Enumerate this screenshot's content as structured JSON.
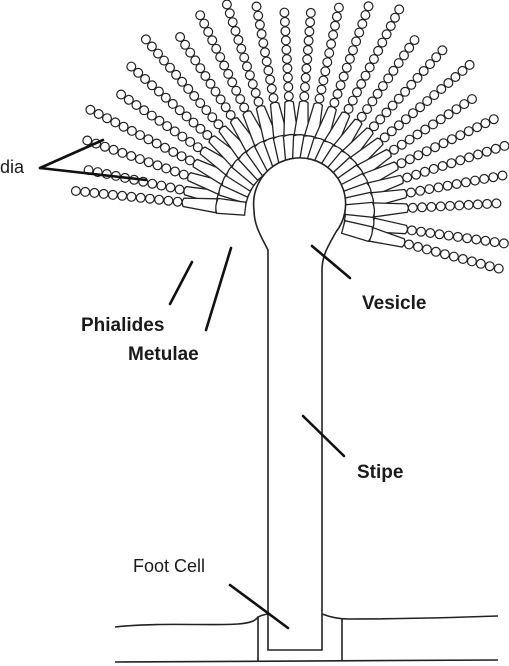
{
  "labels": {
    "conidia": "dia",
    "phialides": "Phialides",
    "metulae": "Metulae",
    "vesicle": "Vesicle",
    "stipe": "Stipe",
    "foot_cell": "Foot Cell"
  }
}
